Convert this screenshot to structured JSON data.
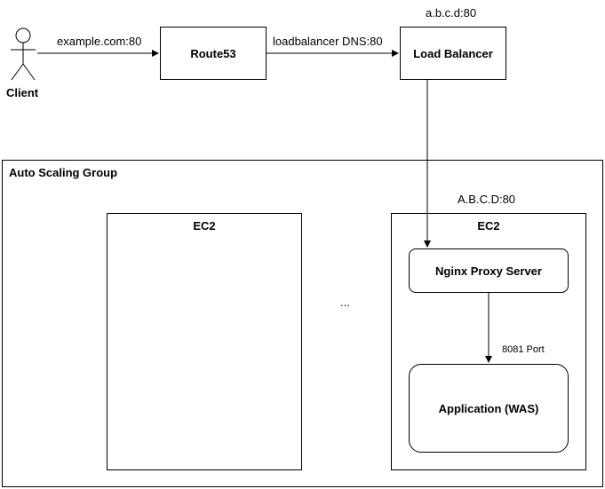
{
  "client": {
    "label": "Client"
  },
  "route53": {
    "label": "Route53"
  },
  "load_balancer": {
    "label": "Load Balancer",
    "address": "a.b.c.d:80"
  },
  "edges": {
    "client_to_route53": "example.com:80",
    "route53_to_lb": "loadbalancer DNS:80",
    "nginx_to_app": "8081 Port"
  },
  "asg": {
    "title": "Auto Scaling Group",
    "ec2_left": {
      "title": "EC2"
    },
    "ellipsis": "...",
    "ec2_right": {
      "title": "EC2",
      "address": "A.B.C.D:80",
      "nginx": "Nginx Proxy Server",
      "app": "Application (WAS)"
    }
  }
}
